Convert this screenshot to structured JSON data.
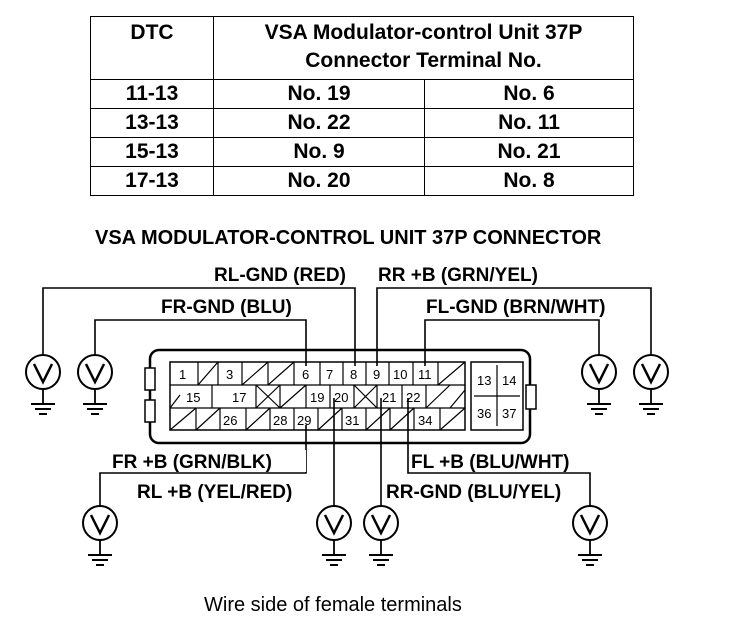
{
  "table": {
    "headers": [
      "DTC",
      "VSA Modulator-control Unit 37P",
      "Connector Terminal No."
    ],
    "rows": [
      {
        "dtc": "11-13",
        "t1": "No. 19",
        "t2": "No. 6"
      },
      {
        "dtc": "13-13",
        "t1": "No. 22",
        "t2": "No. 11"
      },
      {
        "dtc": "15-13",
        "t1": "No. 9",
        "t2": "No. 21"
      },
      {
        "dtc": "17-13",
        "t1": "No. 20",
        "t2": "No. 8"
      }
    ]
  },
  "diagram": {
    "title": "VSA MODULATOR-CONTROL UNIT 37P CONNECTOR",
    "caption": "Wire side of female terminals",
    "wire_labels": {
      "rl_gnd": "RL-GND (RED)",
      "rr_b": "RR +B (GRN/YEL)",
      "fr_gnd": "FR-GND (BLU)",
      "fl_gnd": "FL-GND (BRN/WHT)",
      "fr_b": "FR +B (GRN/BLK)",
      "fl_b": "FL +B (BLU/WHT)",
      "rl_b": "RL +B (YEL/RED)",
      "rr_gnd": "RR-GND (BLU/YEL)"
    },
    "pins": {
      "p1": "1",
      "p3": "3",
      "p6": "6",
      "p7": "7",
      "p8": "8",
      "p9": "9",
      "p10": "10",
      "p11": "11",
      "p15": "15",
      "p17": "17",
      "p19": "19",
      "p20": "20",
      "p21": "21",
      "p22": "22",
      "p26": "26",
      "p28": "28",
      "p29": "29",
      "p31": "31",
      "p34": "34",
      "p13": "13",
      "p14": "14",
      "p36": "36",
      "p37": "37"
    },
    "meter_symbol": "V"
  }
}
